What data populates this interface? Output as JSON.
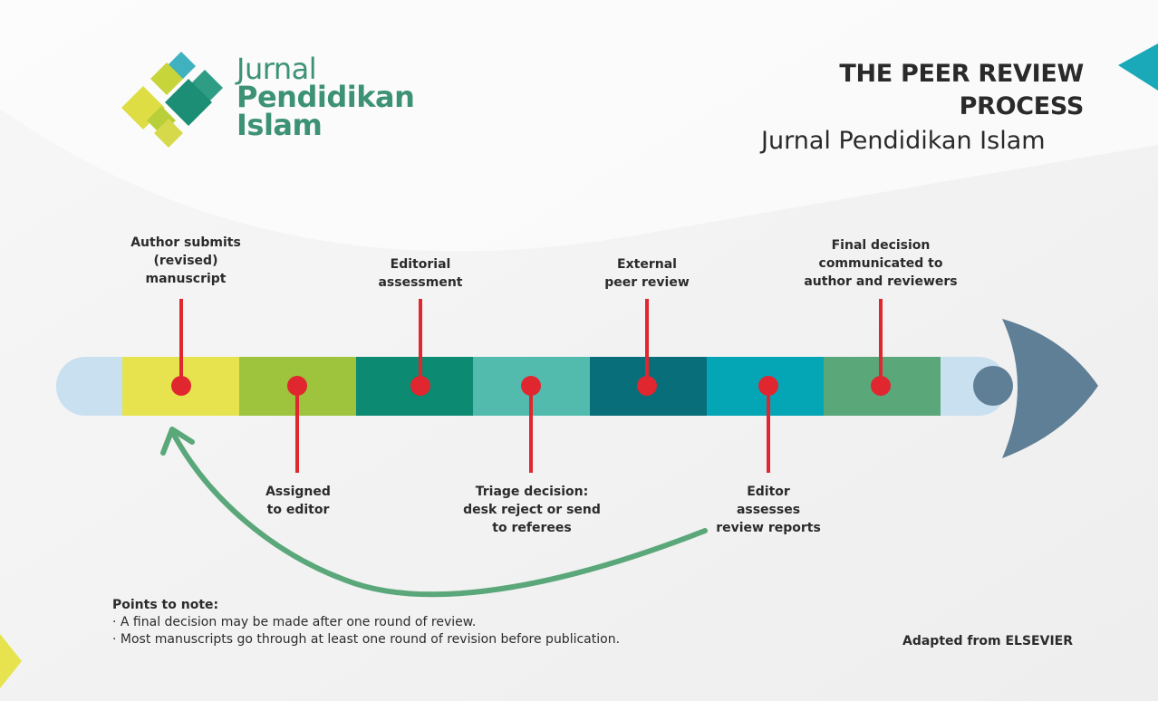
{
  "logo": {
    "line1": "Jurnal",
    "line2": "Pendidikan",
    "line3": "Islam"
  },
  "header": {
    "title": "THE PEER REVIEW PROCESS",
    "subtitle": "Jurnal Pendidikan Islam"
  },
  "colors": {
    "track": "#c9e0f1",
    "arrow_head": "#5f7f97",
    "connector": "#e0262f",
    "loop_arrow": "#5aa77a",
    "segments": [
      "#e6e34f",
      "#9dc43c",
      "#0d8a72",
      "#52bbad",
      "#076e7a",
      "#04a6b6",
      "#5aa77a"
    ]
  },
  "steps_above": [
    {
      "text": "Author submits\n(revised)\nmanuscript"
    },
    {
      "text": "Editorial\nassessment"
    },
    {
      "text": "External\npeer review"
    },
    {
      "text": "Final decision\ncommunicated to\nauthor and reviewers"
    }
  ],
  "steps_below": [
    {
      "text": "Assigned\nto editor"
    },
    {
      "text": "Triage decision:\ndesk reject or send\nto referees"
    },
    {
      "text": "Editor\nassesses\nreview reports"
    }
  ],
  "notes": {
    "heading": "Points to note:",
    "items": [
      "· A final decision may be made after one round of review.",
      "· Most manuscripts go through at least one round of revision before publication."
    ]
  },
  "credit": "Adapted from ELSEVIER"
}
